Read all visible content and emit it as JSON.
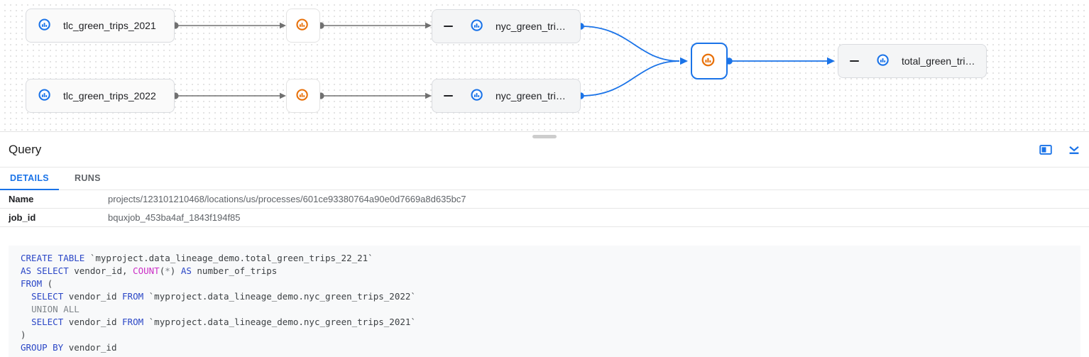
{
  "theme": {
    "accent_blue": "#1a73e8",
    "edge_gray": "#707070",
    "process_orange": "#e8710a",
    "keyword_blue": "#2a46c6",
    "function_magenta": "#cb2ec6",
    "muted_gray": "#80868b",
    "code_bg": "#f8f9fa"
  },
  "graph": {
    "nodes": {
      "tlc_2021": {
        "label": "tlc_green_trips_2021"
      },
      "tlc_2022": {
        "label": "tlc_green_trips_2022"
      },
      "nyc_top": {
        "label": "nyc_green_trips…"
      },
      "nyc_bottom": {
        "label": "nyc_green_trips…"
      },
      "total": {
        "label": "total_green_trip…"
      }
    },
    "icons": {
      "table_icon": "bigquery-table-icon",
      "process_icon": "bigquery-query-process-icon",
      "collapse_icon": "minus-collapse-icon"
    }
  },
  "panel": {
    "title": "Query",
    "icons": {
      "side": "side-panel-icon",
      "collapse": "chevron-down-collapse-icon"
    },
    "tabs": [
      {
        "label": "DETAILS",
        "active": true
      },
      {
        "label": "RUNS",
        "active": false
      }
    ],
    "details": [
      {
        "label": "Name",
        "value": "projects/123101210468/locations/us/processes/601ce93380764a90e0d7669a8d635bc7"
      },
      {
        "label": "job_id",
        "value": "bquxjob_453ba4af_1843f194f85"
      }
    ]
  },
  "sql": {
    "lines": [
      [
        {
          "c": "kw",
          "t": "CREATE TABLE"
        },
        {
          "c": "pl",
          "t": " `myproject.data_lineage_demo.total_green_trips_22_21`"
        }
      ],
      [
        {
          "c": "kw",
          "t": "AS SELECT"
        },
        {
          "c": "pl",
          "t": " vendor_id, "
        },
        {
          "c": "fn",
          "t": "COUNT"
        },
        {
          "c": "pl",
          "t": "("
        },
        {
          "c": "mut",
          "t": "*"
        },
        {
          "c": "pl",
          "t": ") "
        },
        {
          "c": "kw",
          "t": "AS"
        },
        {
          "c": "pl",
          "t": " number_of_trips"
        }
      ],
      [
        {
          "c": "kw",
          "t": "FROM"
        },
        {
          "c": "pl",
          "t": " ("
        }
      ],
      [
        {
          "c": "pl",
          "t": "  "
        },
        {
          "c": "kw",
          "t": "SELECT"
        },
        {
          "c": "pl",
          "t": " vendor_id "
        },
        {
          "c": "kw",
          "t": "FROM"
        },
        {
          "c": "pl",
          "t": " `myproject.data_lineage_demo.nyc_green_trips_2022`"
        }
      ],
      [
        {
          "c": "pl",
          "t": "  "
        },
        {
          "c": "mut",
          "t": "UNION ALL"
        }
      ],
      [
        {
          "c": "pl",
          "t": "  "
        },
        {
          "c": "kw",
          "t": "SELECT"
        },
        {
          "c": "pl",
          "t": " vendor_id "
        },
        {
          "c": "kw",
          "t": "FROM"
        },
        {
          "c": "pl",
          "t": " `myproject.data_lineage_demo.nyc_green_trips_2021`"
        }
      ],
      [
        {
          "c": "pl",
          "t": ")"
        }
      ],
      [
        {
          "c": "kw",
          "t": "GROUP BY"
        },
        {
          "c": "pl",
          "t": " vendor_id"
        }
      ]
    ]
  }
}
